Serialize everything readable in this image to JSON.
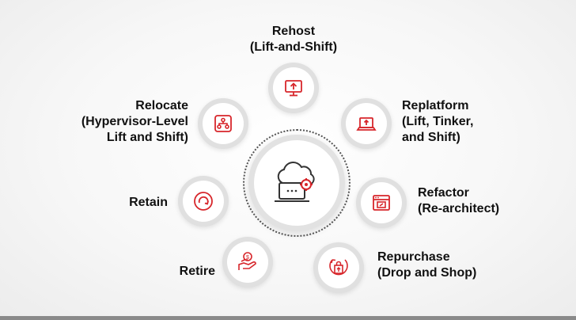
{
  "strategies": {
    "rehost": {
      "line1": "Rehost",
      "line2": "(Lift-and-Shift)",
      "icon": "upload-monitor-icon"
    },
    "replatform": {
      "line1": "Replatform",
      "line2": "(Lift, Tinker,",
      "line3": "and Shift)",
      "icon": "laptop-upload-icon"
    },
    "refactor": {
      "line1": "Refactor",
      "line2": "(Re-architect)",
      "icon": "browser-code-icon"
    },
    "repurchase": {
      "line1": "Repurchase",
      "line2": "(Drop and Shop)",
      "icon": "shopping-bag-cycle-icon"
    },
    "retire": {
      "line1": "Retire",
      "icon": "hand-coin-icon"
    },
    "retain": {
      "line1": "Retain",
      "icon": "circular-arrow-icon"
    },
    "relocate": {
      "line1": "Relocate",
      "line2": "(Hypervisor-Level",
      "line3": "Lift and Shift)",
      "icon": "hierarchy-network-icon"
    }
  },
  "center": {
    "icon": "cloud-laptop-gear-icon"
  },
  "colors": {
    "accent": "#d7262b",
    "dark": "#333333",
    "ring": "#e0e0e0"
  }
}
